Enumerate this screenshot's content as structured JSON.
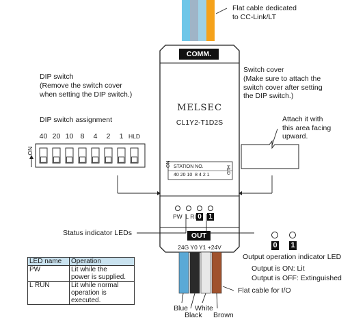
{
  "cable_top": {
    "label": "Flat cable dedicated\nto CC-Link/LT",
    "wire_colors": [
      "#6ec6e8",
      "#9fb4c7",
      "#9ed1e6",
      "#f5a21a"
    ]
  },
  "module": {
    "comm_badge": "COMM.",
    "brand": "MELSEC",
    "model": "CL1Y2-T1D2S",
    "station_label": "STATION NO.",
    "station_digits": "40 20 10  8 4 2 1",
    "hld": "HLD",
    "on_label": "ON",
    "led_labels": "PW  L RUN",
    "out_badge": "OUT",
    "terminal_labels": "24G Y0 Y1 +24V",
    "digit0": "0",
    "digit1": "1"
  },
  "dip_switch": {
    "title": "DIP switch",
    "note": "(Remove the switch cover\nwhen setting the DIP switch.)",
    "assignment_title": "DIP switch assignment",
    "values": [
      "40",
      "20",
      "10",
      "8",
      "4",
      "2",
      "1",
      "HLD"
    ],
    "on_label": "ON"
  },
  "switch_cover": {
    "title": "Switch cover",
    "note": "(Make sure to attach the\nswitch cover after setting\nthe DIP switch.)",
    "attach_note": "Attach it with\nthis area facing\nupward."
  },
  "status_leds": {
    "label": "Status indicator LEDs"
  },
  "output_leds": {
    "label": "Output operation indicator LED",
    "digit0": "0",
    "digit1": "1",
    "line_on": "Output is ON: Lit",
    "line_off": "Output is OFF: Extinguished"
  },
  "led_table": {
    "headers": [
      "LED name",
      "Operation"
    ],
    "rows": [
      {
        "name": "PW",
        "operation": "Lit while the\npower is supplied."
      },
      {
        "name": "L RUN",
        "operation": "Lit while normal\noperation is\nexecuted."
      }
    ]
  },
  "cable_bottom": {
    "label": "Flat cable for I/O",
    "wire_names": [
      "Blue",
      "Black",
      "White",
      "Brown"
    ],
    "wire_colors": [
      "#5aa9d6",
      "#2a2a2a",
      "#e8e8e8",
      "#a0522d"
    ]
  }
}
